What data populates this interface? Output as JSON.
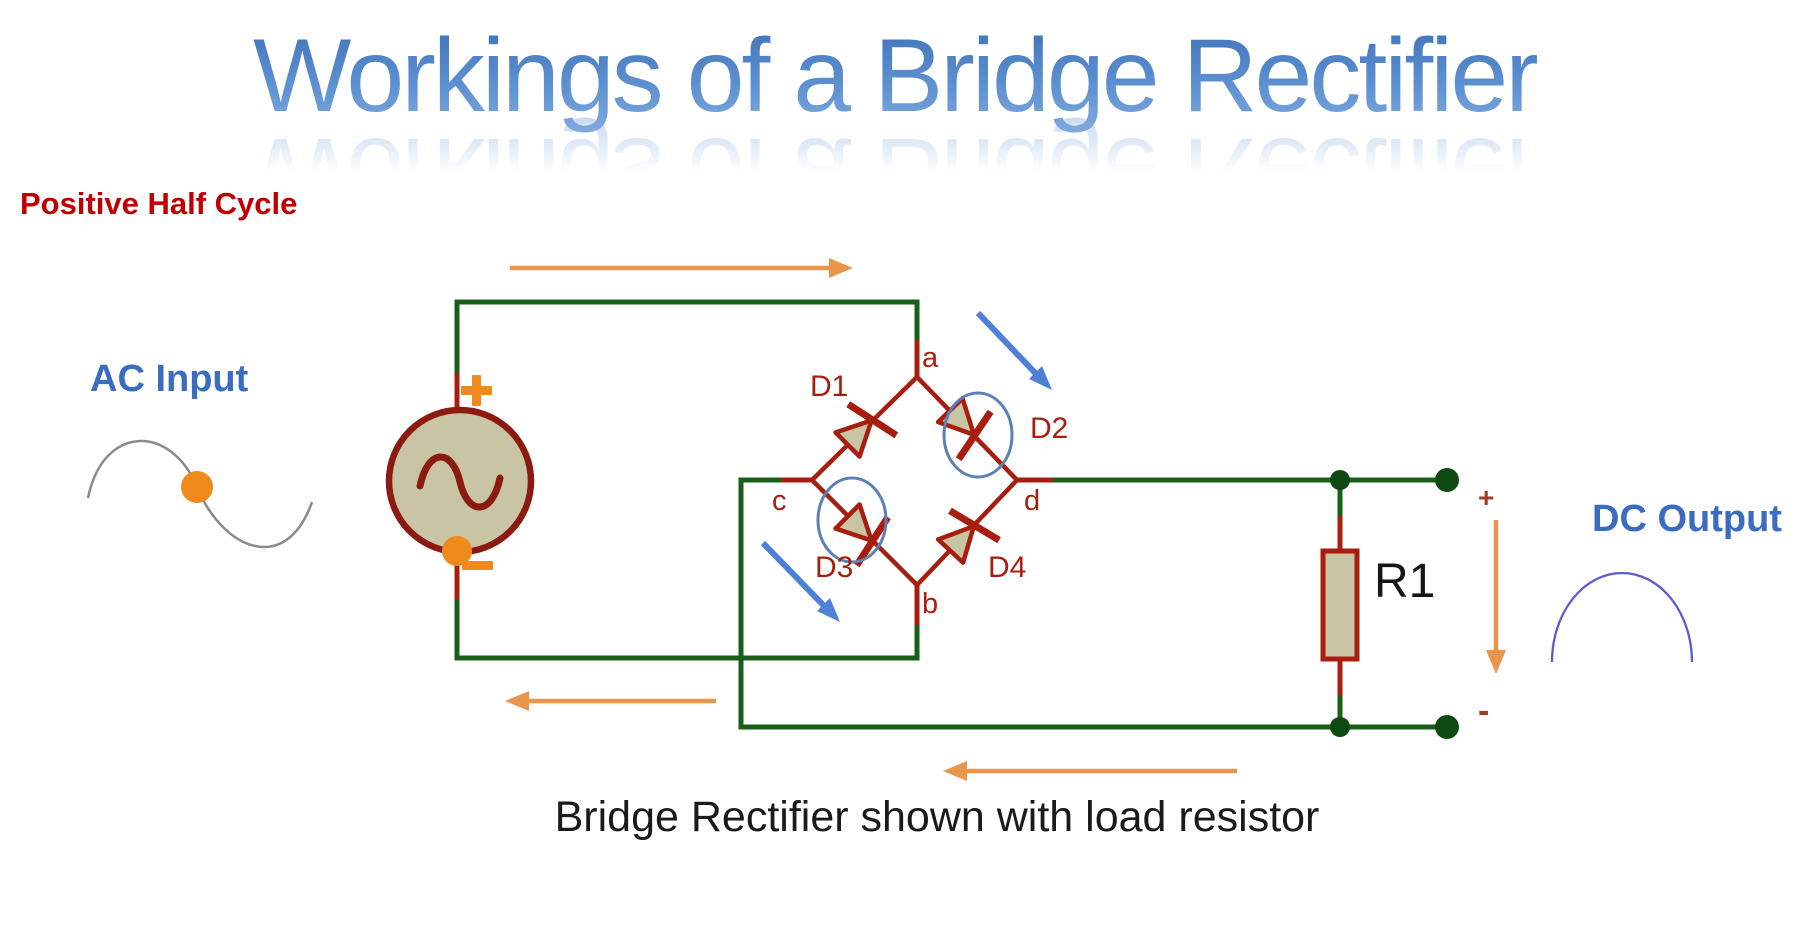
{
  "title": "Workings of a Bridge Rectifier",
  "phase_label": "Positive Half Cycle",
  "caption": "Bridge Rectifier shown with load resistor",
  "ac": {
    "label": "AC Input"
  },
  "dc": {
    "label": "DC Output",
    "plus": "+",
    "minus": "-"
  },
  "resistor": {
    "label": "R1"
  },
  "diodes": [
    {
      "label": "D1"
    },
    {
      "label": "D2"
    },
    {
      "label": "D3"
    },
    {
      "label": "D4"
    }
  ],
  "nodes": [
    {
      "label": "a"
    },
    {
      "label": "b"
    },
    {
      "label": "c"
    },
    {
      "label": "d"
    }
  ],
  "icons": {
    "source_polarity_plus": "plus-icon",
    "source_polarity_minus": "minus-icon",
    "current_arrows": "arrow-icon"
  },
  "colors": {
    "wire_green": "#186018",
    "wire_red": "#a81e0e",
    "source_outline_maroon": "#8b1a10",
    "component_fill_tan": "#c8c4a4",
    "orange_marker": "#f08a1d",
    "orange_arrow": "#e9964c",
    "label_blue": "#3a6cc0",
    "flow_arrow_blue": "#4f80d8",
    "highlight_ellipse_blue": "#5c7fb8",
    "dc_wave_blue": "#5c5ccf",
    "phase_text_red": "#c00000",
    "caption_black": "#1a1a1a"
  }
}
